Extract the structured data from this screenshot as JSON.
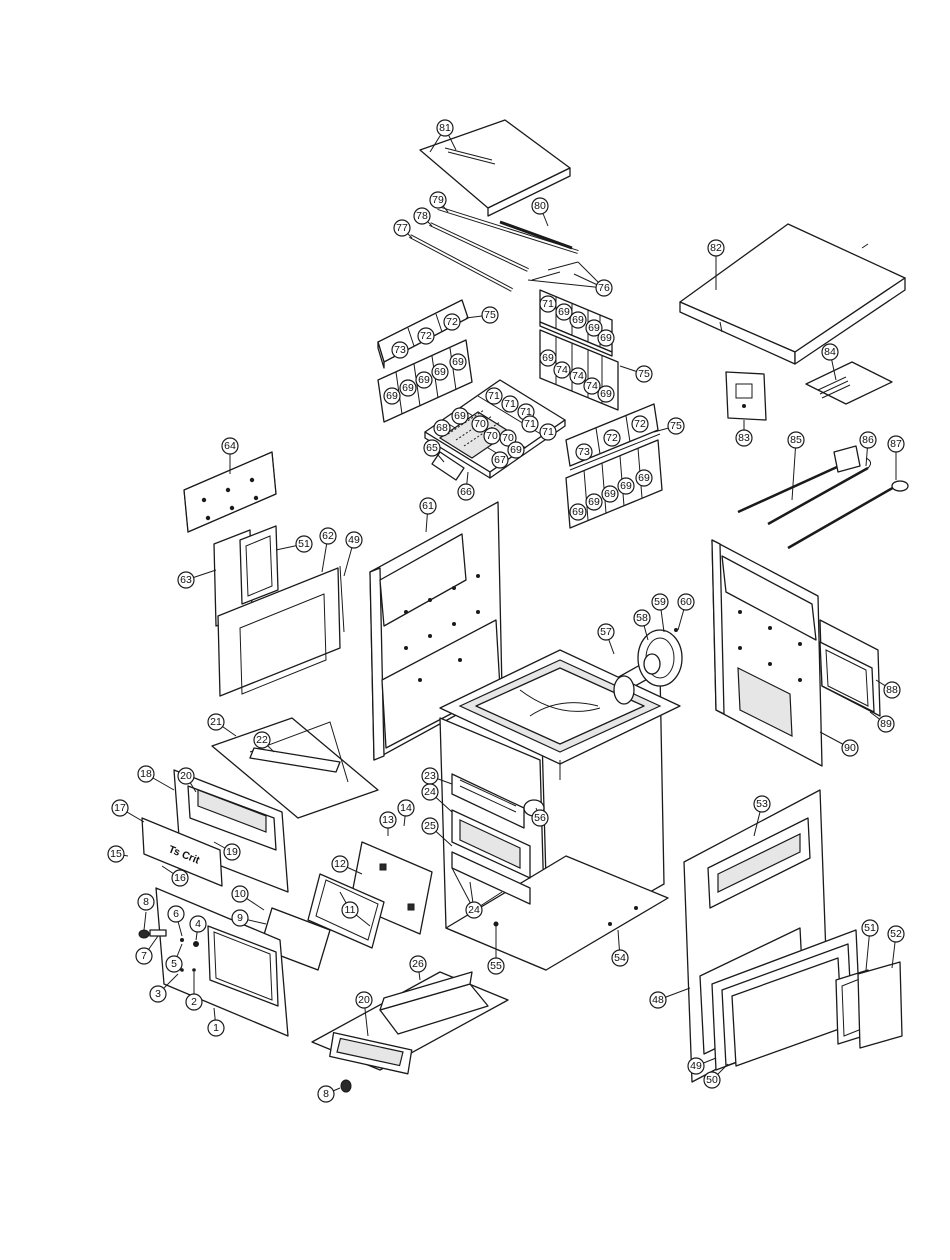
{
  "callouts": [
    {
      "id": "81a",
      "label": "81"
    },
    {
      "id": "80",
      "label": "80"
    },
    {
      "id": "79",
      "label": "79"
    },
    {
      "id": "78",
      "label": "78"
    },
    {
      "id": "77",
      "label": "77"
    },
    {
      "id": "76",
      "label": "76"
    },
    {
      "id": "82",
      "label": "82"
    },
    {
      "id": "75a",
      "label": "75"
    },
    {
      "id": "75b",
      "label": "75"
    },
    {
      "id": "75c",
      "label": "75"
    },
    {
      "id": "84",
      "label": "84"
    },
    {
      "id": "83",
      "label": "83"
    },
    {
      "id": "85",
      "label": "85"
    },
    {
      "id": "86",
      "label": "86"
    },
    {
      "id": "87",
      "label": "87"
    },
    {
      "id": "64",
      "label": "64"
    },
    {
      "id": "65",
      "label": "65"
    },
    {
      "id": "66",
      "label": "66"
    },
    {
      "id": "61",
      "label": "61"
    },
    {
      "id": "63",
      "label": "63"
    },
    {
      "id": "51a",
      "label": "51"
    },
    {
      "id": "62",
      "label": "62"
    },
    {
      "id": "49a",
      "label": "49"
    },
    {
      "id": "57",
      "label": "57"
    },
    {
      "id": "58",
      "label": "58"
    },
    {
      "id": "59",
      "label": "59"
    },
    {
      "id": "60",
      "label": "60"
    },
    {
      "id": "88",
      "label": "88"
    },
    {
      "id": "89",
      "label": "89"
    },
    {
      "id": "90",
      "label": "90"
    },
    {
      "id": "21",
      "label": "21"
    },
    {
      "id": "22",
      "label": "22"
    },
    {
      "id": "18",
      "label": "18"
    },
    {
      "id": "20a",
      "label": "20"
    },
    {
      "id": "17",
      "label": "17"
    },
    {
      "id": "19",
      "label": "19"
    },
    {
      "id": "15",
      "label": "15"
    },
    {
      "id": "16",
      "label": "16"
    },
    {
      "id": "23",
      "label": "23"
    },
    {
      "id": "24a",
      "label": "24"
    },
    {
      "id": "14",
      "label": "14"
    },
    {
      "id": "13",
      "label": "13"
    },
    {
      "id": "25",
      "label": "25"
    },
    {
      "id": "56",
      "label": "56"
    },
    {
      "id": "12",
      "label": "12"
    },
    {
      "id": "53",
      "label": "53"
    },
    {
      "id": "10",
      "label": "10"
    },
    {
      "id": "9",
      "label": "9"
    },
    {
      "id": "11",
      "label": "11"
    },
    {
      "id": "24b",
      "label": "24"
    },
    {
      "id": "55",
      "label": "55"
    },
    {
      "id": "54",
      "label": "54"
    },
    {
      "id": "8a",
      "label": "8"
    },
    {
      "id": "6",
      "label": "6"
    },
    {
      "id": "4",
      "label": "4"
    },
    {
      "id": "7",
      "label": "7"
    },
    {
      "id": "5",
      "label": "5"
    },
    {
      "id": "3",
      "label": "3"
    },
    {
      "id": "2",
      "label": "2"
    },
    {
      "id": "1",
      "label": "1"
    },
    {
      "id": "26",
      "label": "26"
    },
    {
      "id": "20b",
      "label": "20"
    },
    {
      "id": "8b",
      "label": "8"
    },
    {
      "id": "48",
      "label": "48"
    },
    {
      "id": "51b",
      "label": "51"
    },
    {
      "id": "52",
      "label": "52"
    },
    {
      "id": "49b",
      "label": "49"
    },
    {
      "id": "50",
      "label": "50"
    }
  ],
  "brick_numbers": [
    "71",
    "69",
    "69",
    "69",
    "69",
    "69",
    "74",
    "74",
    "74",
    "69",
    "72",
    "72",
    "73",
    "69",
    "69",
    "69",
    "69",
    "69",
    "71",
    "71",
    "71",
    "68",
    "69",
    "70",
    "71",
    "70",
    "70",
    "71",
    "67",
    "69",
    "72",
    "72",
    "73",
    "69",
    "69",
    "69",
    "69",
    "69"
  ]
}
